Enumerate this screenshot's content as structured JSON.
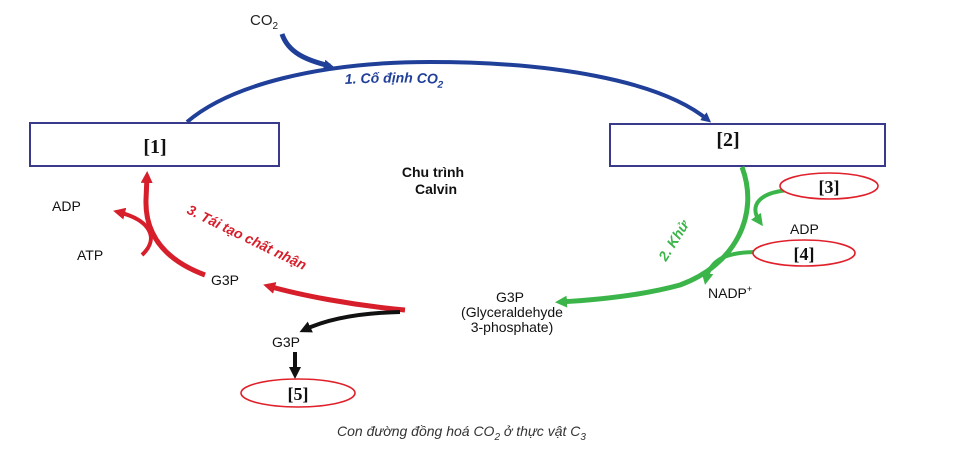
{
  "colors": {
    "fixation": "#1f3f99",
    "reduction": "#3bb54a",
    "regeneration": "#d71e2b",
    "output": "#111111",
    "box_border": "#3a3a8c",
    "oval_border": "#e0202a"
  },
  "co2_input": {
    "main": "CO",
    "sub": "2"
  },
  "boxes": {
    "box1": "[1]",
    "box2": "[2]"
  },
  "center": {
    "line1": "Chu trình",
    "line2": "Calvin"
  },
  "steps": {
    "fixation": {
      "main": "1. Cố định CO",
      "sub": "2"
    },
    "reduction": "2. Khử",
    "regeneration": "3. Tái tạo chất nhận"
  },
  "ovals": {
    "o3": "[3]",
    "o4": "[4]",
    "o5": "[5]"
  },
  "molecules": {
    "adp_right": "ADP",
    "nadp_main": "NADP",
    "nadp_sup": "+",
    "adp_left": "ADP",
    "atp_left": "ATP",
    "g3p_regen": "G3P",
    "g3p_center_line1": "G3P",
    "g3p_center_line2": "(Glyceraldehyde",
    "g3p_center_line3": "3-phosphate)",
    "g3p_output": "G3P"
  },
  "caption": {
    "part1": "Con đường đồng hoá CO",
    "sub1": "2",
    "part2": " ở thực vật C",
    "sub2": "3"
  }
}
